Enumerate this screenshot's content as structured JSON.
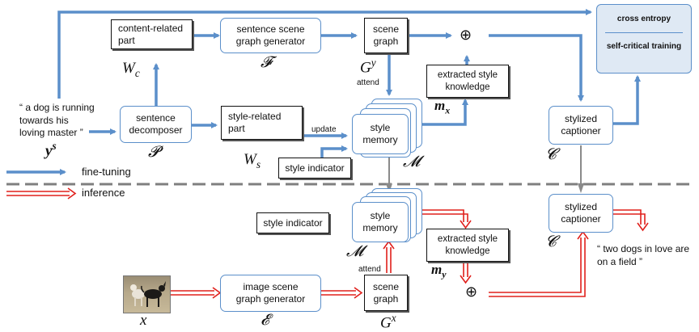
{
  "nodes": {
    "content_part": "content-related part",
    "sg_generator": "sentence scene graph generator",
    "scene_graph_top": "scene graph",
    "loss_ce": "cross entropy",
    "loss_sc": "self-critical training",
    "extracted_top": "extracted style knowledge",
    "decomposer": "sentence decomposer",
    "style_part": "style-related part",
    "memory_top": "style memory",
    "style_indicator_top": "style indicator",
    "captioner_top": "stylized captioner",
    "memory_bottom": "style memory",
    "style_indicator_bottom": "style indicator",
    "extracted_bottom": "extracted style knowledge",
    "captioner_bottom": "stylized captioner",
    "img_sg_generator": "image scene graph generator",
    "scene_graph_bottom": "scene graph"
  },
  "symbols": {
    "Wc": "Wc",
    "F": "𝓕",
    "Gy": "Gy",
    "mx": "mx",
    "P": "𝓟",
    "Ws": "Ws",
    "M_top": "𝓜",
    "C_top": "𝓒",
    "M_bottom": "𝓜",
    "my": "my",
    "C_bottom": "𝓒",
    "x": "x",
    "E": "𝓔",
    "Gx": "Gx",
    "ys": "ys",
    "oplus": "⊕"
  },
  "labels": {
    "attend_top": "attend",
    "update": "update",
    "attend_bottom": "attend"
  },
  "texts": {
    "input_sentence": "“ a dog is running towards his loving master ”",
    "output_caption": "“ two dogs in love are on a field ”"
  },
  "legend": {
    "finetune": "fine-tuning",
    "inference": "inference"
  },
  "colors": {
    "blue": "#5b8fca",
    "red": "#e0201c",
    "loss_fill": "#dfe9f4",
    "dash": "#7f7f7f"
  },
  "icons": {
    "image": "dog-photo"
  }
}
